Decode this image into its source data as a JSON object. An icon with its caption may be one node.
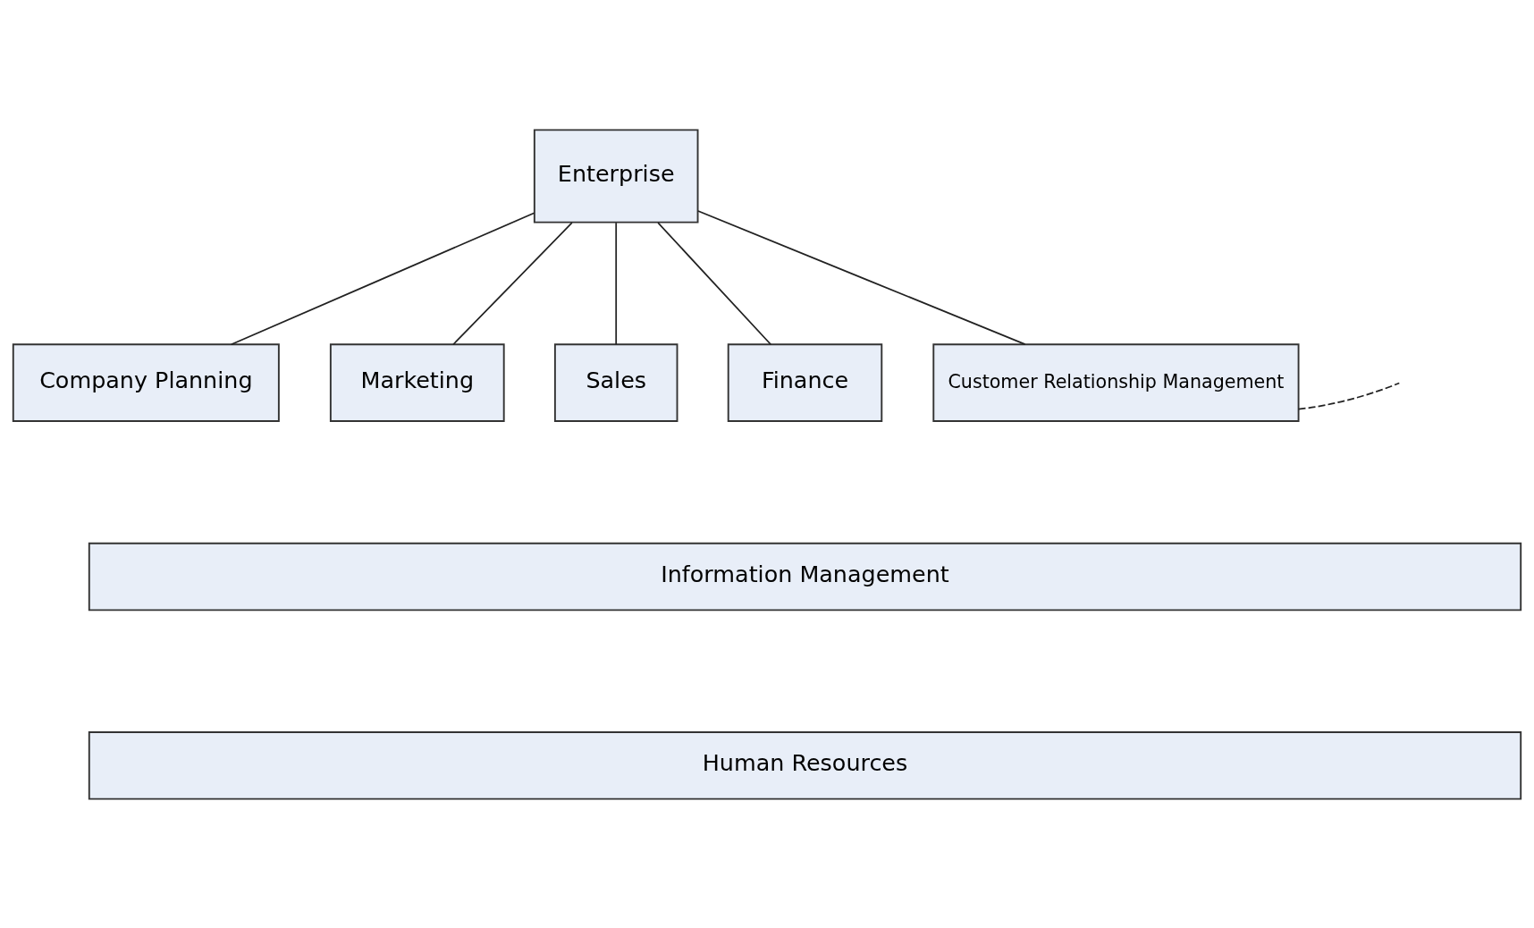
{
  "diagram": {
    "nodes": [
      {
        "text": [
          "Enterprise"
        ]
      },
      {
        "text": [
          "Company Planning"
        ]
      },
      {
        "text": [
          "Marketing"
        ]
      },
      {
        "text": [
          "Sales"
        ]
      },
      {
        "text": [
          "Finance"
        ]
      },
      {
        "text": [
          "Customer Relationship Management"
        ]
      },
      {
        "text": [
          "Information Management"
        ]
      },
      {
        "text": [
          "Human Resources"
        ]
      }
    ],
    "edges": [
      {
        "from": 0,
        "to": 1,
        "arrow": "none"
      },
      {
        "from": 0,
        "to": 2,
        "arrow": "none"
      },
      {
        "from": 0,
        "to": 3,
        "arrow": "none"
      },
      {
        "from": 0,
        "to": 4,
        "arrow": "none"
      },
      {
        "from": 0,
        "to": 5,
        "arrow": "none"
      },
      {
        "from": 5,
        "to": null,
        "arrow": "none",
        "style": "dashed"
      }
    ]
  }
}
